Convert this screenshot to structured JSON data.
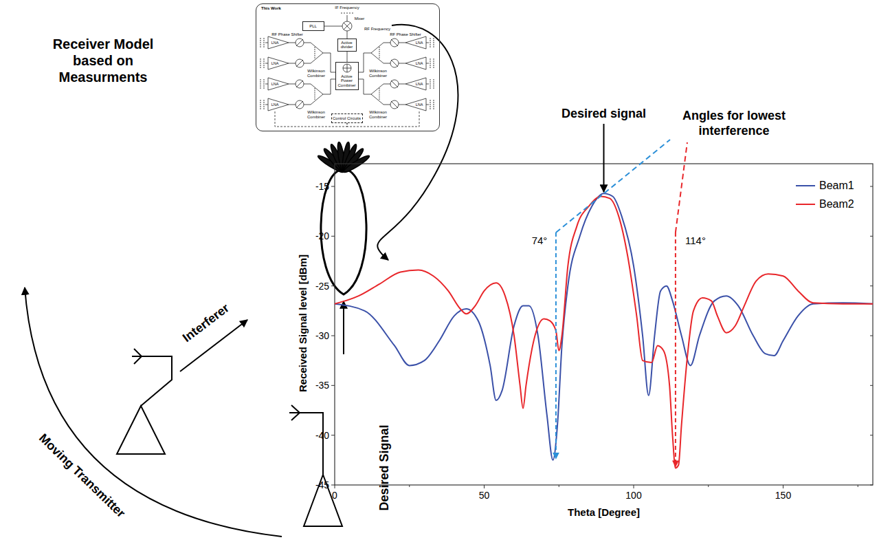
{
  "diagram": {
    "nodes": [
      {
        "text": [
          "This Work"
        ]
      },
      {
        "text": [
          "PLL"
        ],
        "in": 0
      },
      {
        "text": [
          "Active divider"
        ],
        "in": 0
      },
      {
        "text": [
          "Active Power Combiner"
        ],
        "in": 0
      },
      {
        "text": [
          "Control Circuits"
        ],
        "in": 0
      }
    ],
    "labels": [
      "Receiver Model based on Measurments",
      "IF Frequency",
      "Mixer",
      "RF Frequency",
      "RF Phase Shifter",
      "RF Phase Shifter",
      "LNA",
      "LNA",
      "LNA",
      "LNA",
      "LNA",
      "LNA",
      "LNA",
      "LNA",
      "Wilkinson Combiner",
      "Wilkinson Combiner",
      "Wilkinson Combiner",
      "Wilkinson Combiner",
      "Interferer",
      "Desired Signal",
      "Moving Transmitter",
      "Desired signal",
      "Angles for lowest interference",
      "74°",
      "114°",
      "Received Signal level [dBm]",
      "Theta [Degree]",
      "-15",
      "-20",
      "-25",
      "-30",
      "-35",
      "-40",
      "-45",
      "0",
      "50",
      "100",
      "150"
    ],
    "legend": [
      {
        "text": "Beam1"
      },
      {
        "text": "Beam2"
      }
    ]
  }
}
